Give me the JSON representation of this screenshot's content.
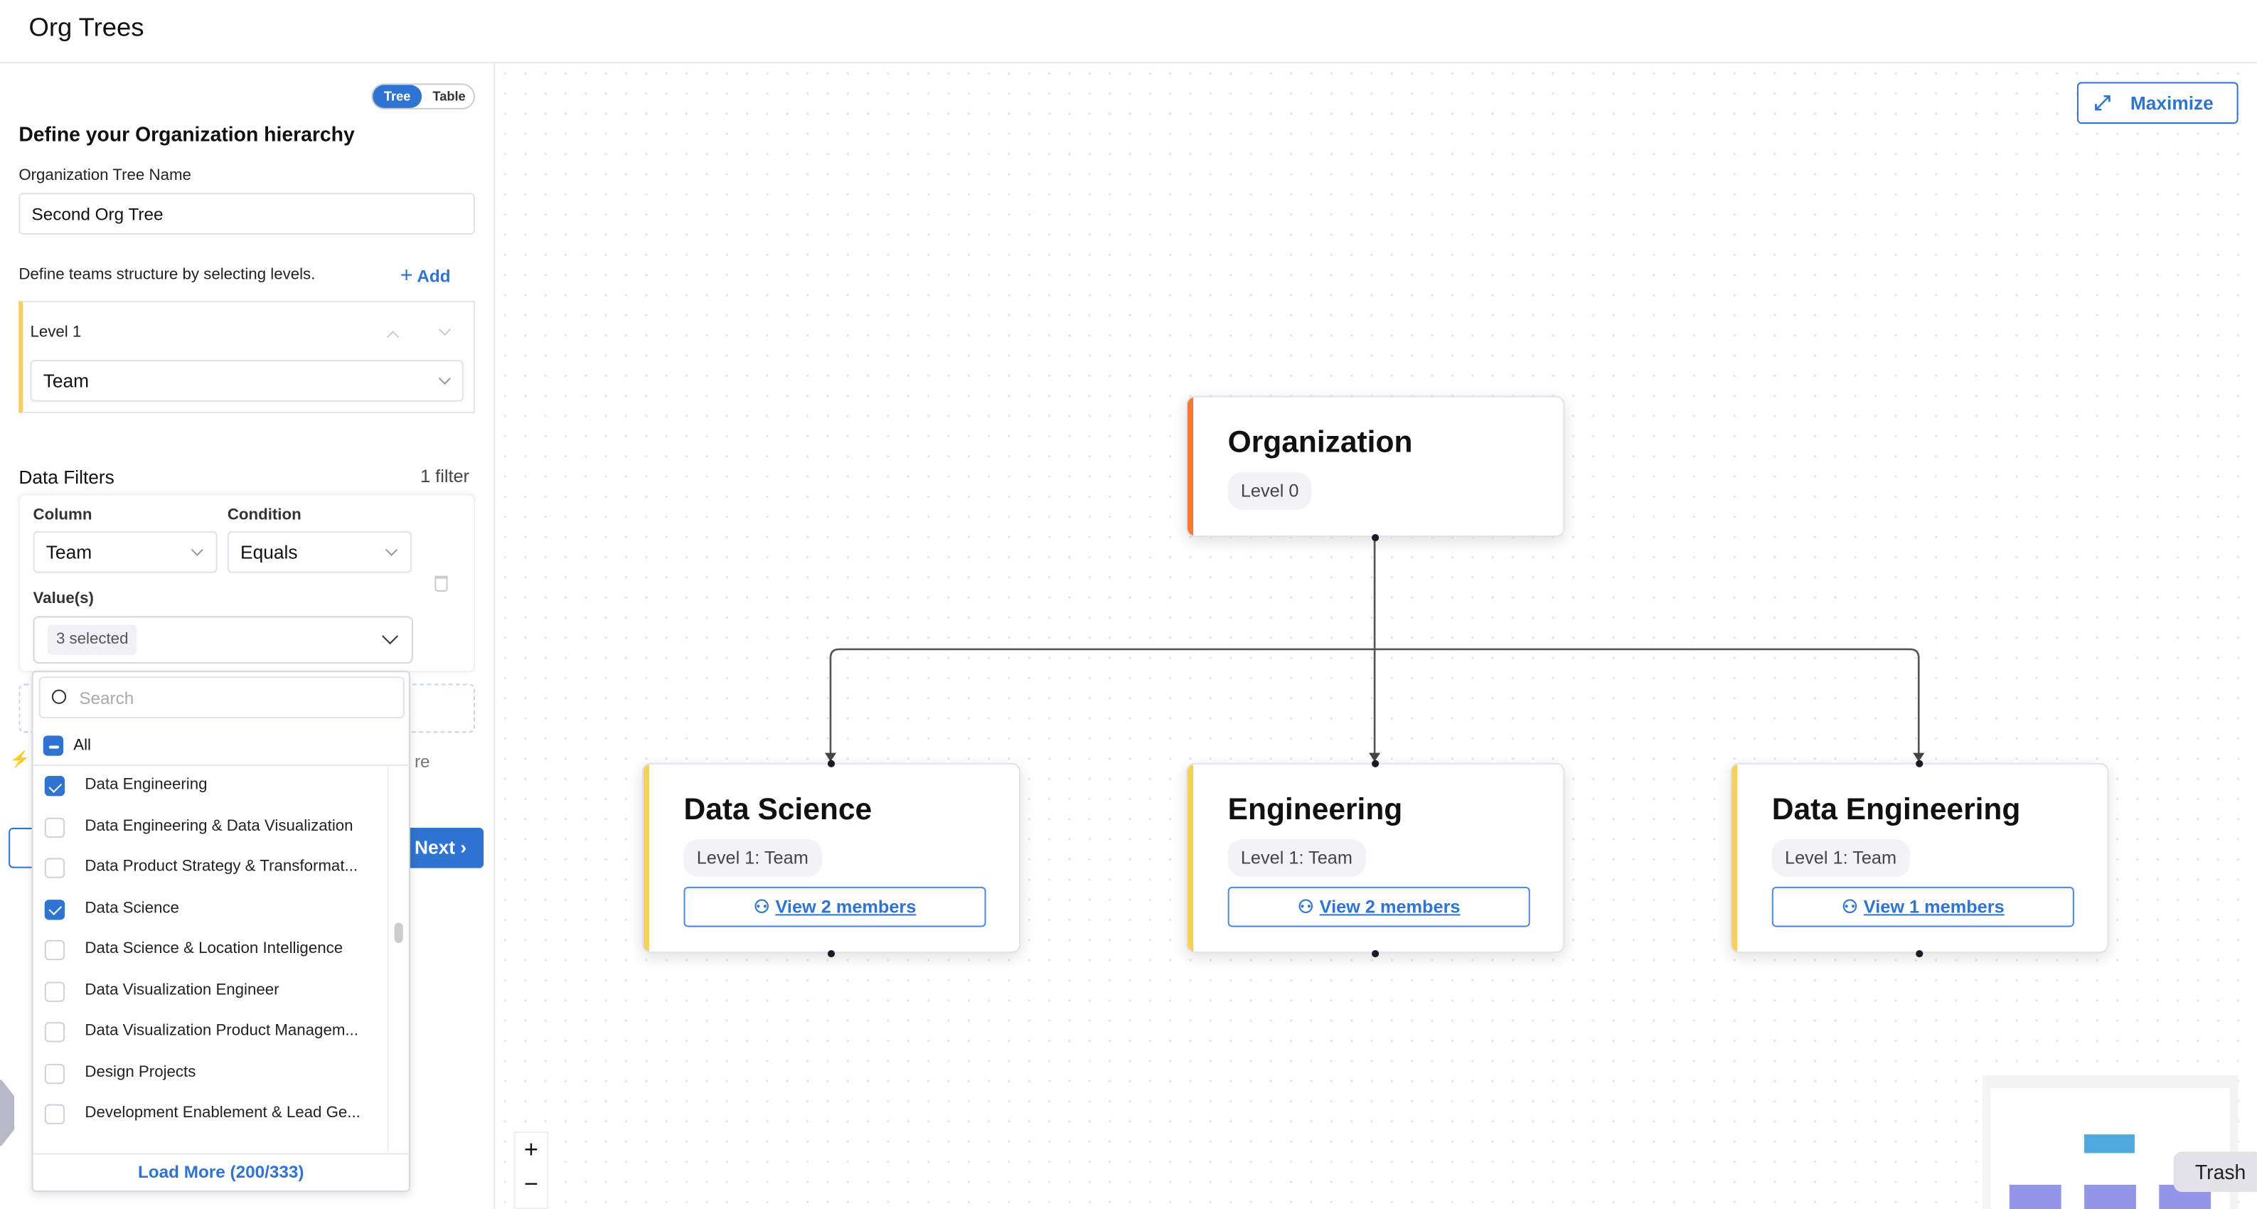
{
  "header": {
    "title": "Org Trees"
  },
  "view_toggle": {
    "tree": "Tree",
    "table": "Table",
    "active": "Tree"
  },
  "form": {
    "heading": "Define your Organization hierarchy",
    "tree_name_label": "Organization Tree Name",
    "tree_name_value": "Second Org Tree",
    "levels_hint": "Define teams structure by selecting levels.",
    "add_label": "Add",
    "level": {
      "label": "Level 1",
      "value": "Team"
    },
    "filters": {
      "title": "Data Filters",
      "count": "1 filter",
      "column_label": "Column",
      "column_value": "Team",
      "condition_label": "Condition",
      "condition_value": "Equals",
      "values_label": "Value(s)",
      "values_chip": "3 selected"
    },
    "partial_text": "re",
    "next_label": "Next"
  },
  "dropdown": {
    "search_placeholder": "Search",
    "all_label": "All",
    "items": [
      {
        "label": "Data Engineering",
        "checked": true
      },
      {
        "label": "Data Engineering & Data Visualization",
        "checked": false
      },
      {
        "label": "Data Product Strategy & Transformat...",
        "checked": false
      },
      {
        "label": "Data Science",
        "checked": true
      },
      {
        "label": "Data Science & Location Intelligence",
        "checked": false
      },
      {
        "label": "Data Visualization Engineer",
        "checked": false
      },
      {
        "label": "Data Visualization Product Managem...",
        "checked": false
      },
      {
        "label": "Design Projects",
        "checked": false
      },
      {
        "label": "Development Enablement & Lead Ge...",
        "checked": false
      }
    ],
    "load_more": "Load More (200/333)"
  },
  "canvas": {
    "maximize_label": "Maximize",
    "root": {
      "title": "Organization",
      "badge": "Level 0",
      "color": "#f07a3a"
    },
    "children": [
      {
        "title": "Data Science",
        "badge": "Level 1: Team",
        "members": "View 2 members",
        "color": "#f5d05a"
      },
      {
        "title": "Engineering",
        "badge": "Level 1: Team",
        "members": "View 2 members",
        "color": "#f5d05a"
      },
      {
        "title": "Data Engineering",
        "badge": "Level 1: Team",
        "members": "View 1 members",
        "color": "#f5d05a"
      }
    ],
    "zoom_in": "+",
    "zoom_out": "−",
    "tooltip": "Trash"
  },
  "colors": {
    "accent": "#2f74d0",
    "root_bar": "#f07a3a",
    "level_bar": "#f5d05a",
    "minimap_root": "#4eaadf",
    "minimap_child": "#9495e8"
  }
}
